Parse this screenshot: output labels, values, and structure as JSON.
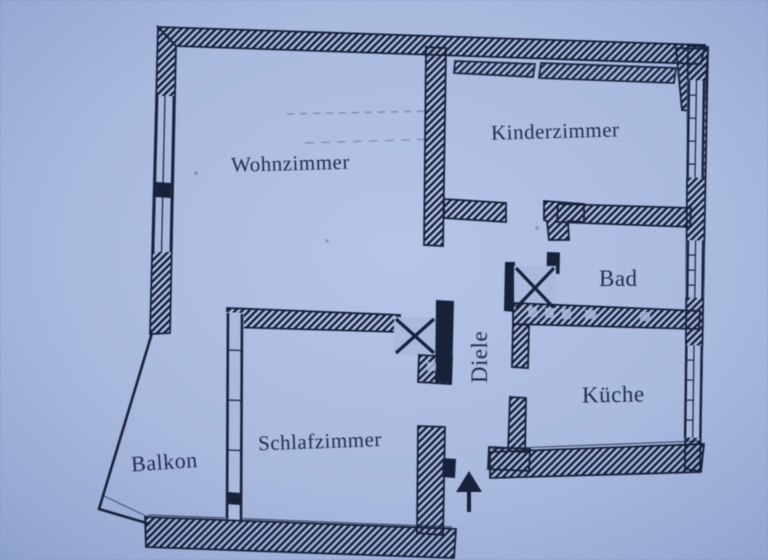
{
  "colors": {
    "paper": "#aabadf",
    "paper_edge": "#8da1c9",
    "ink": "#17213a",
    "label": "#1f2b50"
  },
  "rooms": {
    "wohnzimmer": {
      "label": "Wohnzimmer"
    },
    "kinderzimmer": {
      "label": "Kinderzimmer"
    },
    "bad": {
      "label": "Bad"
    },
    "kueche": {
      "label": "Küche"
    },
    "diele": {
      "label": "Diele"
    },
    "schlafzimmer": {
      "label": "Schlafzimmer"
    },
    "balkon": {
      "label": "Balkon"
    }
  },
  "icons": {
    "entrance_arrow": "up-arrow",
    "chimney_shaft": "x-crossed-box",
    "utility_shaft": "x-crossed-box"
  }
}
